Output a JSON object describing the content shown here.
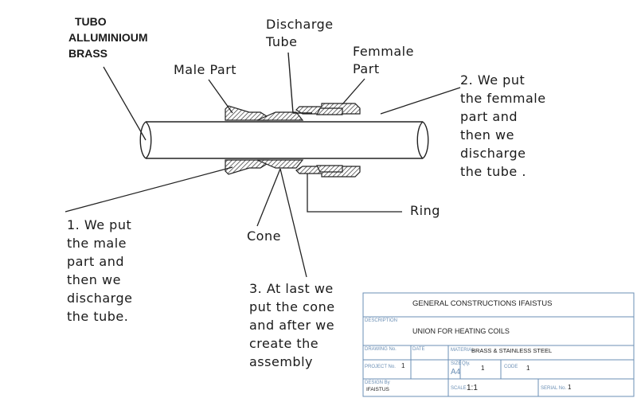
{
  "labels": {
    "material_title": [
      "TUBO",
      "ALLUMINIOUM",
      "BRASS"
    ],
    "discharge_tube": [
      "Discharge",
      "Tube"
    ],
    "male_part": "Male Part",
    "femmale_part": [
      "Femmale",
      "Part"
    ],
    "ring": "Ring",
    "cone": "Cone"
  },
  "steps": {
    "step1": [
      "1. We put",
      "the male",
      "part and",
      "then we",
      "discharge",
      "the tube."
    ],
    "step2": [
      "2. We put",
      "the femmale",
      "part and",
      "then we",
      "discharge",
      "the tube ."
    ],
    "step3": [
      "3. At last we",
      "put the cone",
      "and after we",
      "create the",
      "assembly"
    ]
  },
  "title_block": {
    "company": "GENERAL CONSTRUCTIONS IFAISTUS",
    "description_label": "DESCRIPTION",
    "description": "UNION FOR HEATING COILS",
    "drawing_no_label": "DRAWING No.",
    "date_label": "DATE",
    "material_label": "MATERIAL",
    "material": "BRASS  &  STAINLESS STEEL",
    "project_no_label": "PROJECT No.",
    "project_no": "1",
    "size_label": "SIZE",
    "size": "A4",
    "qty_label": "Qty.",
    "qty": "1",
    "code_label": "CODE",
    "code": "1",
    "design_by_label": "DESIGN By",
    "design_by": "IFAISTUS",
    "scale_label": "SCALE",
    "scale": "1:1",
    "serial_no_label": "SERIAL No.",
    "serial_no": "1"
  }
}
